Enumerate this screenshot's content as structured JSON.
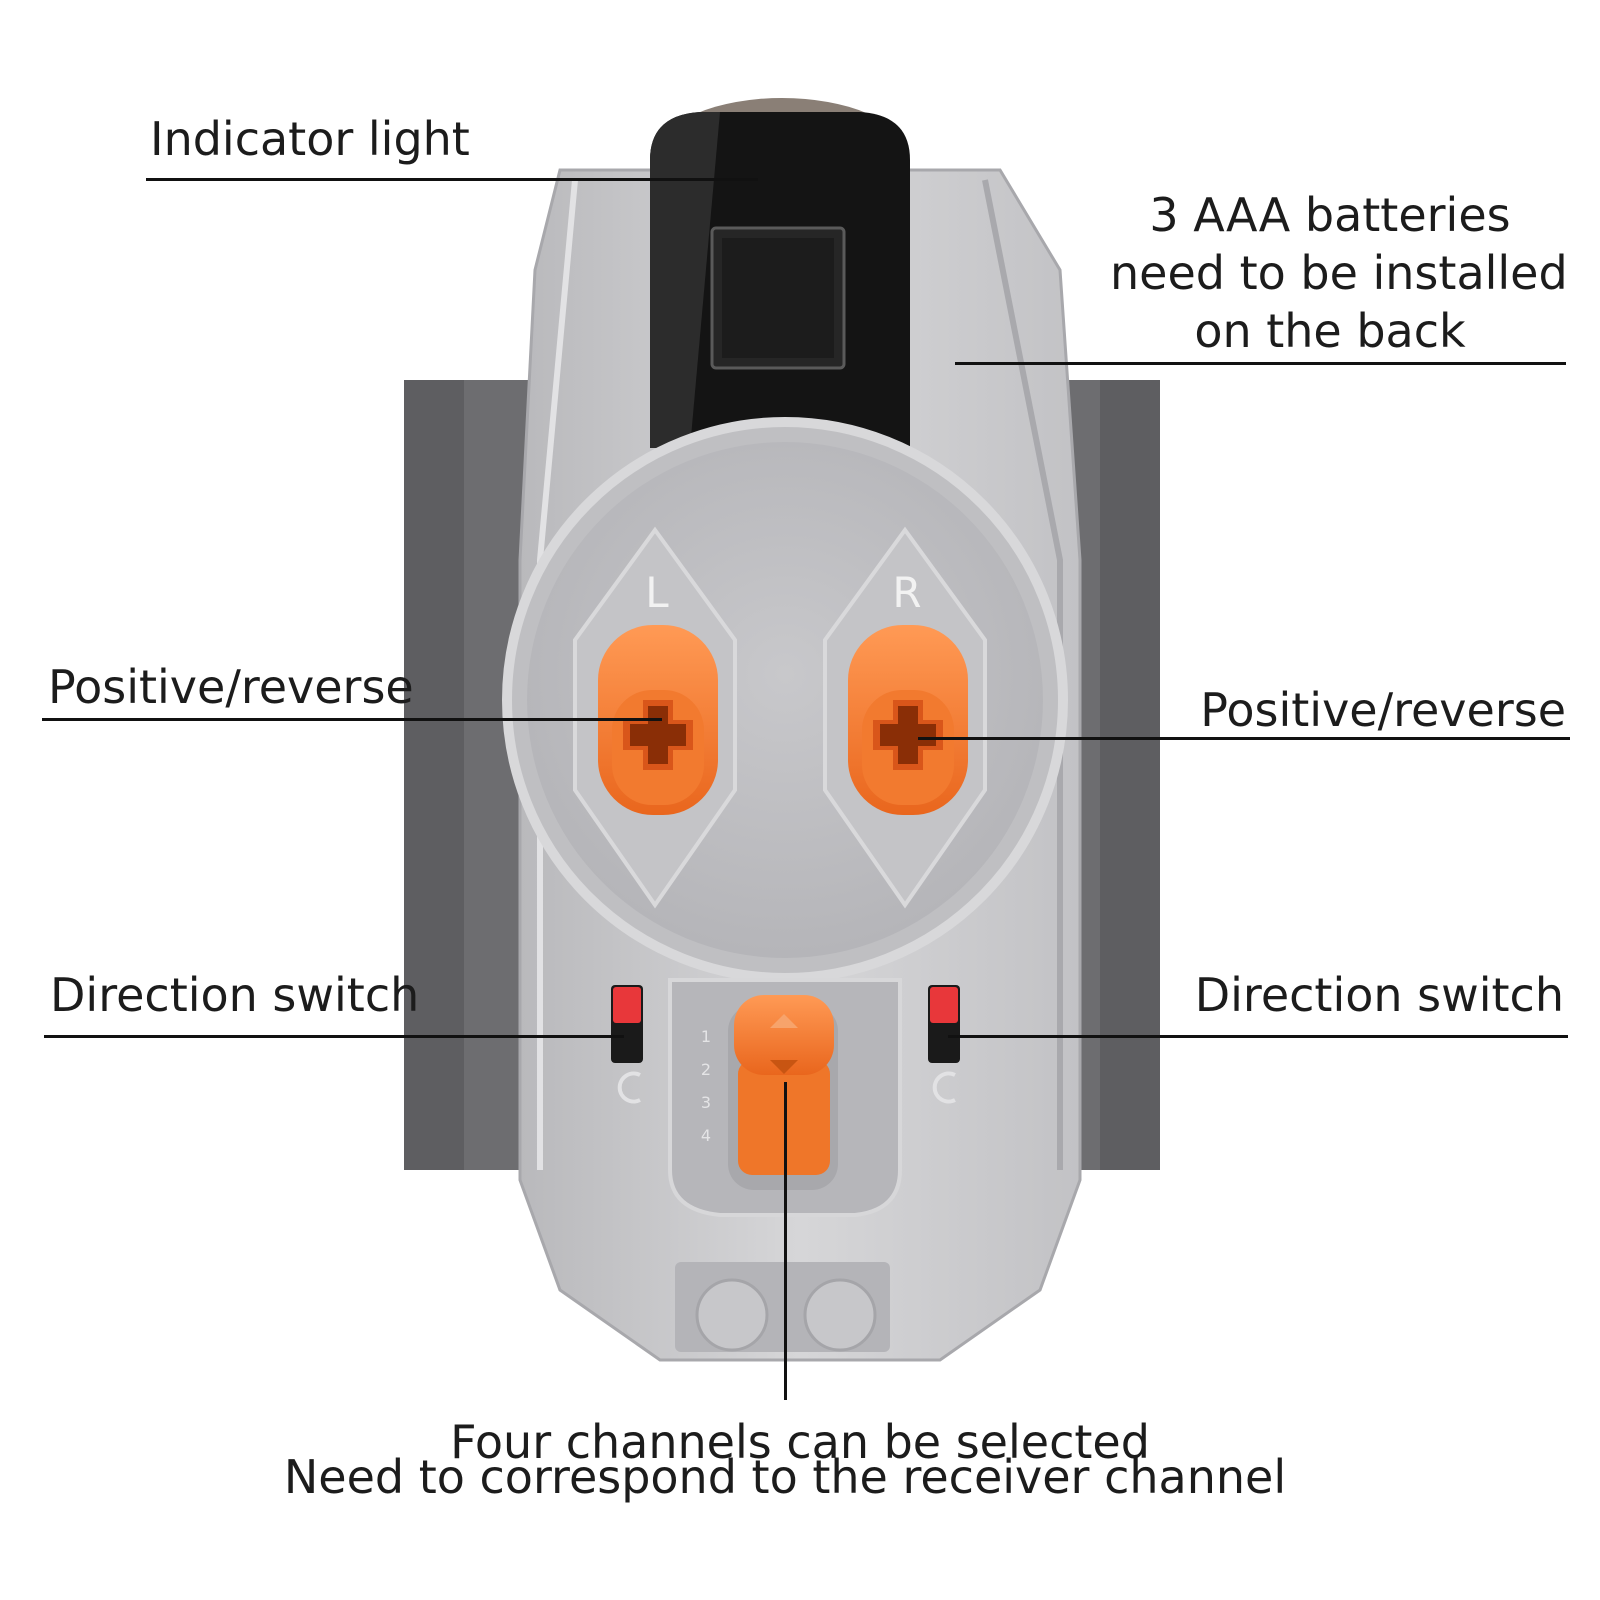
{
  "remote": {
    "channel_left_label": "L",
    "channel_right_label": "R",
    "channel_selector_marks": [
      "1",
      "2",
      "3",
      "4"
    ]
  },
  "callouts": {
    "indicator_light": "Indicator light",
    "batteries_line1": "3 AAA batteries",
    "batteries_line2": "need to be installed",
    "batteries_line3": "on the back",
    "positive_reverse_left": "Positive/reverse",
    "positive_reverse_right": "Positive/reverse",
    "direction_switch_left": "Direction switch",
    "direction_switch_right": "Direction switch",
    "channels_line1": "Four channels can be selected",
    "channels_line2": "Need to correspond to the receiver channel"
  },
  "colors": {
    "body_gray": "#c9c9cb",
    "dark_plate": "#6f6f72",
    "orange": "#f07c2e",
    "black_cap": "#161616",
    "red_switch": "#e8373a"
  }
}
